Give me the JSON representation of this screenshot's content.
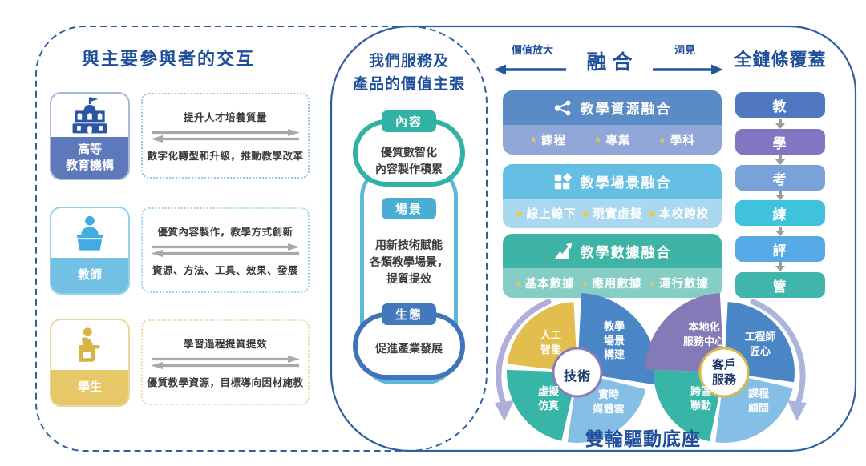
{
  "colors": {
    "accent_blue": "#1f4e9b",
    "border_blue": "#2e5fa3",
    "teal": "#30b2a4",
    "sky_blue": "#49aed6",
    "eco_blue": "#4379bc",
    "gold": "#e3bd4e",
    "arrow_gray": "#a9a9a9"
  },
  "left_panel": {
    "title": "與主要參與者的交互",
    "rows": [
      {
        "icon": "school-building-icon",
        "label_lines": [
          "高等",
          "教育機構"
        ],
        "top_text": "提升人才培養質量",
        "bottom_text": "數字化轉型和升級，推動教學改革"
      },
      {
        "icon": "teacher-podium-icon",
        "label_lines": [
          "教師"
        ],
        "top_text": "優質內容製作，教學方式創新",
        "bottom_text": "資源、方法、工具、效果、發展"
      },
      {
        "icon": "student-desk-icon",
        "label_lines": [
          "學生"
        ],
        "top_text": "學習過程提質提效",
        "bottom_text": "優質教學資源，目標導向因材施教"
      }
    ]
  },
  "middle_panel": {
    "title_lines": [
      "我們服務及",
      "產品的價值主張"
    ],
    "items": [
      {
        "badge": "內容",
        "text_lines": [
          "優質數智化",
          "內容製作積累"
        ]
      },
      {
        "badge": "場景",
        "text_lines": [
          "用新技術賦能",
          "各類教學場景，",
          "提質提效"
        ]
      },
      {
        "badge": "生態",
        "text_lines": [
          "促進產業發展"
        ]
      }
    ]
  },
  "right_panel": {
    "amplify_label": "價值放大",
    "fusion_title": "融  合",
    "insight_label": "洞見",
    "chain_title": "全鏈條覆蓋",
    "fusion_boxes": [
      {
        "icon": "share-network-icon",
        "title": "教學資源融合",
        "bullet": "★",
        "items": [
          "課程",
          "專業",
          "學科"
        ]
      },
      {
        "icon": "blocks-grid-icon",
        "title": "教學場景融合",
        "bullet": "◆",
        "items": [
          "線上線下",
          "現實虛擬",
          "本校跨校"
        ]
      },
      {
        "icon": "chart-growth-icon",
        "title": "教學數據融合",
        "bullet": "●",
        "items": [
          "基本數據",
          "應用數據",
          "運行數據"
        ]
      }
    ],
    "chain_items": [
      {
        "label": "教",
        "color": "#4f78c0"
      },
      {
        "label": "學",
        "color": "#8076c2"
      },
      {
        "label": "考",
        "color": "#78a2d8"
      },
      {
        "label": "練",
        "color": "#3fc3dc"
      },
      {
        "label": "評",
        "color": "#55a9e4"
      },
      {
        "label": "管",
        "color": "#3fb5ab"
      }
    ],
    "wheels": {
      "caption": "雙輪驅動底座",
      "left": {
        "center_label": "技術",
        "quadrants": {
          "top_left": {
            "lines": [
              "人工",
              "智能"
            ],
            "color": "#e3bd4e"
          },
          "top_right": {
            "lines": [
              "教學",
              "場景",
              "構建"
            ],
            "color": "#4a86c6"
          },
          "bottom_left": {
            "lines": [
              "虛擬",
              "仿真"
            ],
            "color": "#37b5a6"
          },
          "bottom_right": {
            "lines": [
              "實時",
              "媒體雲"
            ],
            "color": "#85bfe5"
          }
        }
      },
      "right": {
        "center_lines": [
          "客戶",
          "服務"
        ],
        "quadrants": {
          "top_left": {
            "lines": [
              "本地化",
              "服務中心"
            ],
            "color": "#8579b8"
          },
          "top_right": {
            "lines": [
              "工程師",
              "匠心"
            ],
            "color": "#4a86c6"
          },
          "bottom_left": {
            "lines": [
              "跨區",
              "聯動"
            ],
            "color": "#37b5a6"
          },
          "bottom_right": {
            "lines": [
              "課程",
              "顧問"
            ],
            "color": "#85bfe5"
          }
        }
      }
    }
  }
}
